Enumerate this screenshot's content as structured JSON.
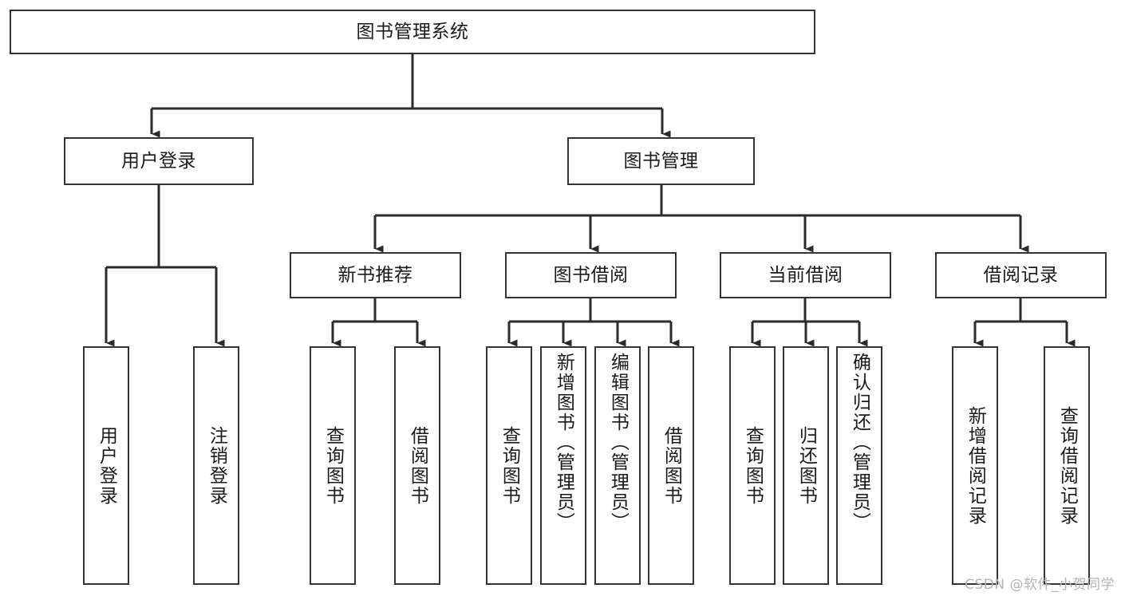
{
  "diagram": {
    "title": "图书管理系统",
    "type": "tree-hierarchy",
    "root": {
      "id": "root",
      "label": "图书管理系统"
    },
    "level2": [
      {
        "id": "user-login",
        "label": "用户登录"
      },
      {
        "id": "book-manage",
        "label": "图书管理"
      }
    ],
    "level3": [
      {
        "id": "new-book-rec",
        "label": "新书推荐",
        "parent": "book-manage"
      },
      {
        "id": "book-borrow",
        "label": "图书借阅",
        "parent": "book-manage"
      },
      {
        "id": "current-borrow",
        "label": "当前借阅",
        "parent": "book-manage"
      },
      {
        "id": "borrow-record",
        "label": "借阅记录",
        "parent": "book-manage"
      }
    ],
    "leaves": {
      "user-login": [
        {
          "id": "leaf-user-login",
          "label": "用户登录"
        },
        {
          "id": "leaf-logout",
          "label": "注销登录"
        }
      ],
      "new-book-rec": [
        {
          "id": "leaf-query-book-1",
          "label": "查询图书"
        },
        {
          "id": "leaf-borrow-book-1",
          "label": "借阅图书"
        }
      ],
      "book-borrow": [
        {
          "id": "leaf-query-book-2",
          "label": "查询图书"
        },
        {
          "id": "leaf-add-book",
          "label": "新增图书（管理员）"
        },
        {
          "id": "leaf-edit-book",
          "label": "编辑图书（管理员）"
        },
        {
          "id": "leaf-borrow-book-2",
          "label": "借阅图书"
        }
      ],
      "current-borrow": [
        {
          "id": "leaf-query-book-3",
          "label": "查询图书"
        },
        {
          "id": "leaf-return-book",
          "label": "归还图书"
        },
        {
          "id": "leaf-confirm-return",
          "label": "确认归还（管理员）"
        }
      ],
      "borrow-record": [
        {
          "id": "leaf-add-record",
          "label": "新增借阅记录"
        },
        {
          "id": "leaf-query-record",
          "label": "查询借阅记录"
        }
      ]
    }
  },
  "watermark": {
    "text": "CSDN @软件_小贺同学"
  },
  "colors": {
    "box_border": "#333333",
    "box_fill": "#ffffff",
    "connector": "#2b2b2b",
    "text": "#1a1a1a",
    "watermark": "#b4b4b4",
    "background": "#ffffff"
  }
}
